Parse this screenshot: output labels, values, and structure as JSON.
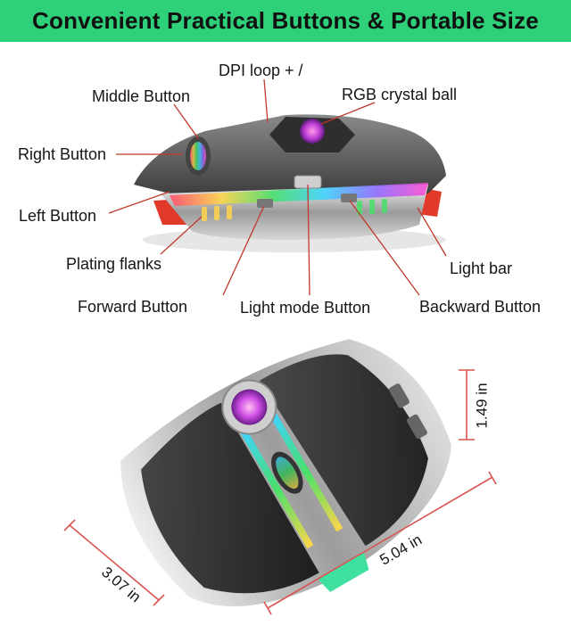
{
  "banner": {
    "title": "Convenient Practical Buttons & Portable Size"
  },
  "callouts": {
    "dpi_loop": "DPI loop + /",
    "middle_button": "Middle Button",
    "rgb_crystal_ball": "RGB crystal ball",
    "right_button": "Right Button",
    "left_button": "Left Button",
    "plating_flanks": "Plating flanks",
    "light_bar": "Light bar",
    "forward_button": "Forward Button",
    "light_mode_button": "Light mode Button",
    "backward_button": "Backward Button"
  },
  "dimensions": {
    "height": "1.49 in",
    "length": "5.04 in",
    "width": "3.07 in"
  },
  "colors": {
    "banner_bg": "#2fd07a",
    "callout_line": "#c0392b",
    "dimension_line": "#d9534f"
  }
}
